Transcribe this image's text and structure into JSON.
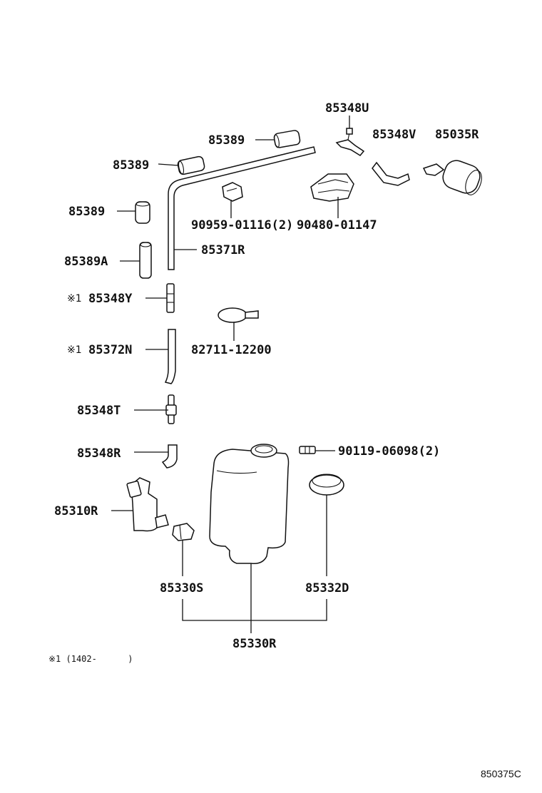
{
  "labels": {
    "p85348U": "85348U",
    "p85389_a": "85389",
    "p85348V": "85348V",
    "p85035R": "85035R",
    "p85389_b": "85389",
    "p85389_c": "85389",
    "p90959": "90959-01116(2)",
    "p90480": "90480-01147",
    "p85389A": "85389A",
    "p85371R": "85371R",
    "p85348Y": "85348Y",
    "p85372N": "85372N",
    "p82711": "82711-12200",
    "p85348T": "85348T",
    "p85348R": "85348R",
    "p90119": "90119-06098(2)",
    "p85310R": "85310R",
    "p85330S": "85330S",
    "p85332D": "85332D",
    "p85330R": "85330R"
  },
  "marks": {
    "y": "※1",
    "n": "※1"
  },
  "footnote": "※1 (1402-      )",
  "diagram_code": "850375C"
}
